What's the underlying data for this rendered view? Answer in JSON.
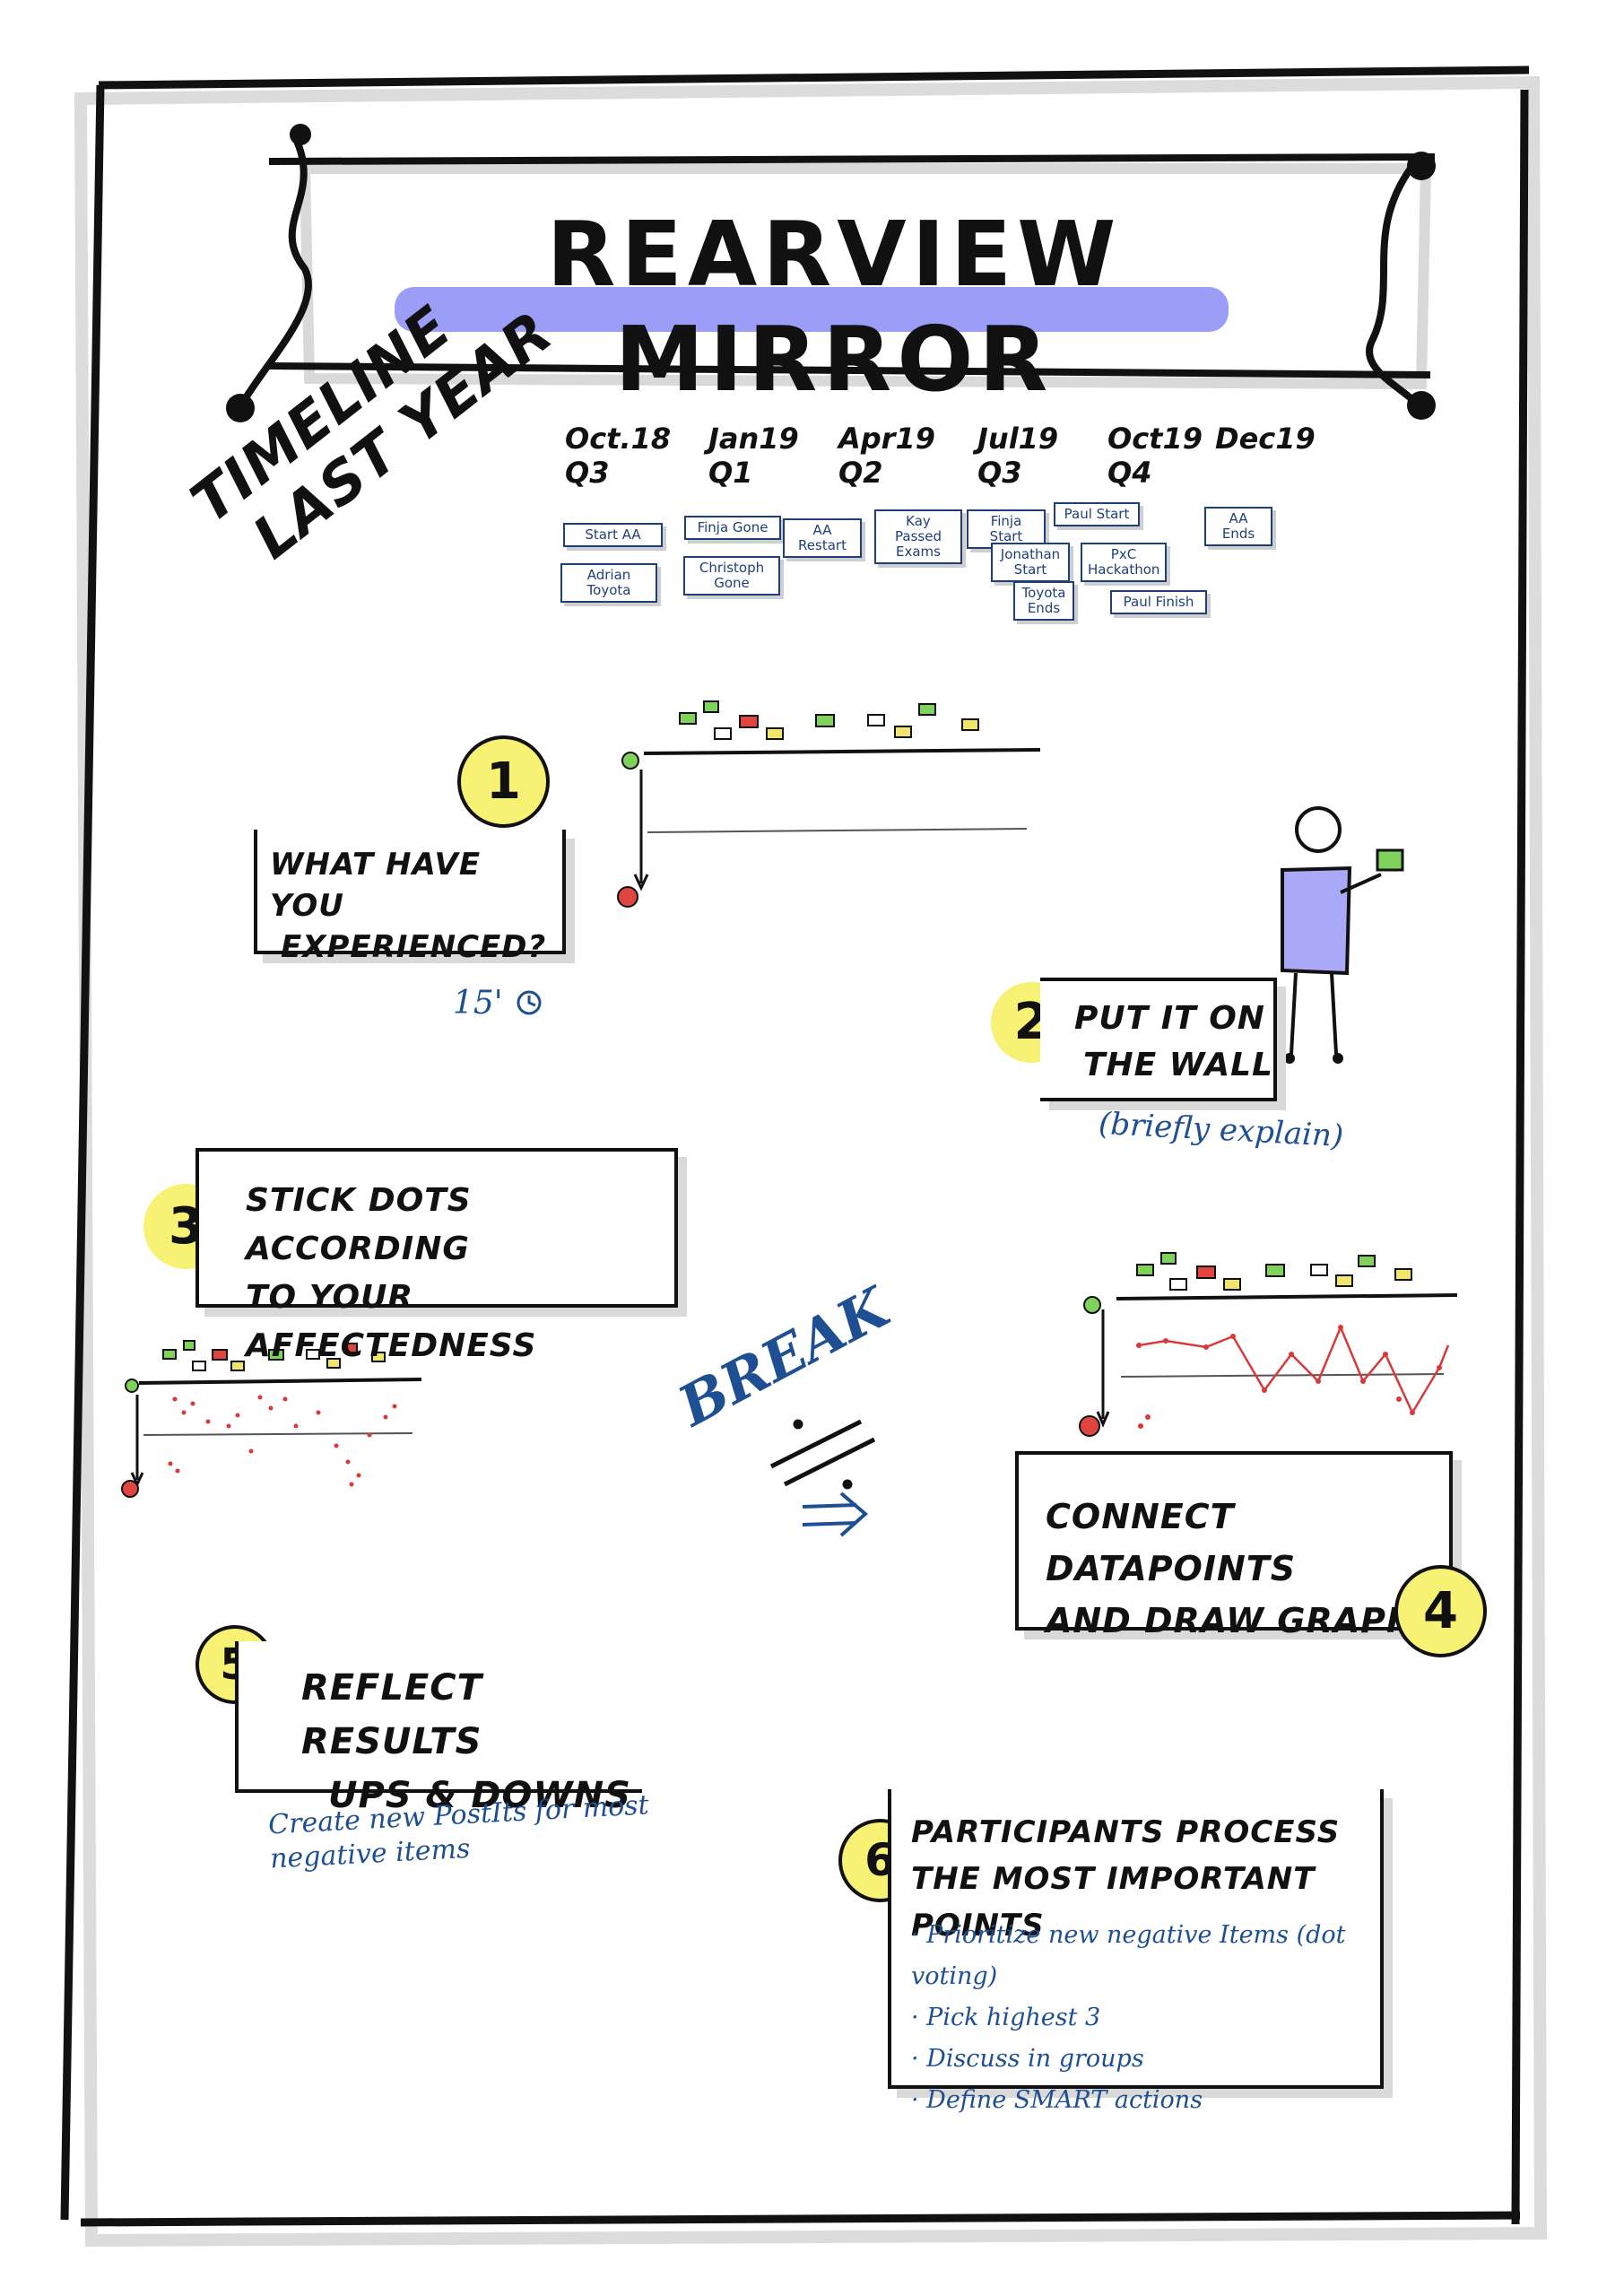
{
  "title": "Rearview Mirror",
  "timeline": {
    "label_line1": "Timeline",
    "label_line2": "Last Year",
    "periods": [
      {
        "date": "Oct.18",
        "quarter": "Q3"
      },
      {
        "date": "Jan19",
        "quarter": "Q1"
      },
      {
        "date": "Apr19",
        "quarter": "Q2"
      },
      {
        "date": "Jul19",
        "quarter": "Q3"
      },
      {
        "date": "Oct19",
        "quarter": "Q4"
      },
      {
        "date": "Dec19",
        "quarter": ""
      }
    ],
    "events": [
      "Start AA",
      "Adrian Toyota",
      "Finja Gone",
      "Christoph Gone",
      "AA Restart",
      "Kay Passed Exams",
      "Finja Start",
      "Jonathan Start",
      "Toyota Ends",
      "Paul Start",
      "PxC Hackathon",
      "Paul Finish",
      "AA Ends"
    ]
  },
  "steps": [
    {
      "number": "1",
      "line1": "What Have You",
      "line2": "Experienced?",
      "note": "15'"
    },
    {
      "number": "2",
      "line1": "Put It On",
      "line2": "The Wall",
      "note": "(briefly explain)"
    },
    {
      "number": "3",
      "line1": "Stick Dots According",
      "line2": "To Your Affectedness",
      "note": ""
    },
    {
      "number": "4",
      "line1": "Connect DataPoints",
      "line2": "And Draw Graph",
      "note": ""
    },
    {
      "number": "5",
      "line1": "Reflect Results",
      "line2": "Ups & Downs",
      "note": "Create new PostIts for most negative items"
    },
    {
      "number": "6",
      "line1": "Participants Process",
      "line2": "The Most Important Points",
      "bullets": [
        "Prioritize new negative Items (dot voting)",
        "Pick highest 3",
        "Discuss in groups",
        "Define SMART actions"
      ]
    }
  ],
  "break_label": "Break",
  "colors": {
    "highlight": "#8a8cf5",
    "yellow": "#f7f274",
    "blue_ink": "#1f4f93",
    "postit_green": "#7fd35b",
    "postit_red": "#e0443f",
    "postit_yellow": "#f1e66a",
    "dot_red": "#d63a3a"
  }
}
